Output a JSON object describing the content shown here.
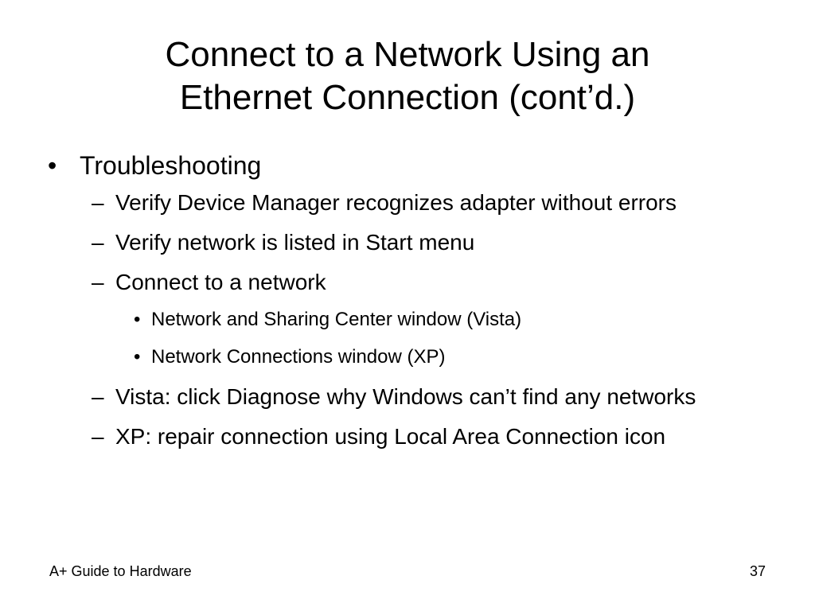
{
  "slide": {
    "title_line1": "Connect to a Network Using an",
    "title_line2": "Ethernet Connection (cont’d.)",
    "bullet_l1": "•",
    "bullet_l2": "–",
    "bullet_l3": "•",
    "items": [
      {
        "level": 1,
        "text": "Troubleshooting"
      },
      {
        "level": 2,
        "text": "Verify Device Manager recognizes adapter without errors"
      },
      {
        "level": 2,
        "text": "Verify network is listed in Start menu"
      },
      {
        "level": 2,
        "text": "Connect to a network"
      },
      {
        "level": 3,
        "text": "Network and Sharing Center window (Vista)"
      },
      {
        "level": 3,
        "text": "Network Connections window (XP)"
      },
      {
        "level": 2,
        "text": "Vista: click Diagnose why Windows can’t find any networks"
      },
      {
        "level": 2,
        "text": "XP: repair connection using Local Area Connection icon"
      }
    ],
    "footer_left": "A+ Guide to Hardware",
    "page_number": "37"
  }
}
